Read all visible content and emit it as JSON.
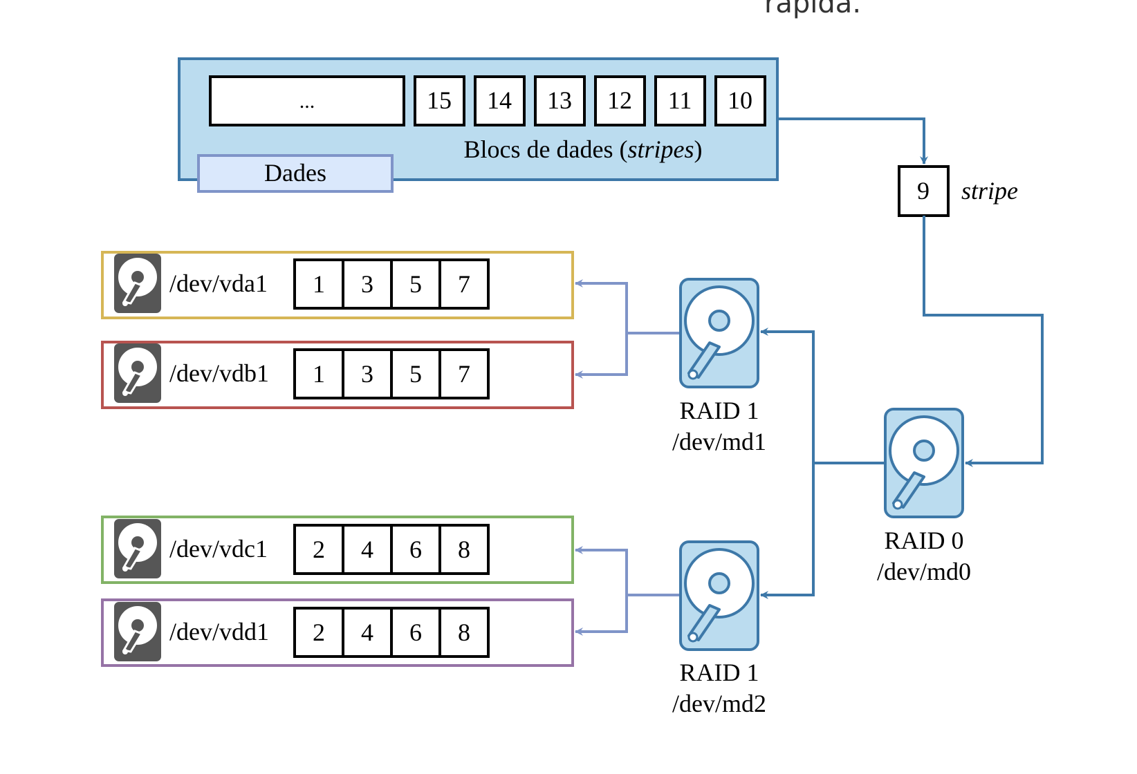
{
  "header_fragment": "ràpida.",
  "data_panel": {
    "ellipsis": "...",
    "blocks": [
      "15",
      "14",
      "13",
      "12",
      "11",
      "10"
    ],
    "caption_prefix": "Blocs de dades (",
    "caption_italic": "stripes",
    "caption_suffix": ")",
    "tab_label": "Dades"
  },
  "stripe": {
    "value": "9",
    "label": "stripe"
  },
  "disks": [
    {
      "name": "/dev/vda1",
      "blocks": [
        "1",
        "3",
        "5",
        "7"
      ],
      "border_color": "#d6b656"
    },
    {
      "name": "/dev/vdb1",
      "blocks": [
        "1",
        "3",
        "5",
        "7"
      ],
      "border_color": "#b85450"
    },
    {
      "name": "/dev/vdc1",
      "blocks": [
        "2",
        "4",
        "6",
        "8"
      ],
      "border_color": "#82b366"
    },
    {
      "name": "/dev/vdd1",
      "blocks": [
        "2",
        "4",
        "6",
        "8"
      ],
      "border_color": "#9673a6"
    }
  ],
  "raids": [
    {
      "id": "md1",
      "level": "RAID 1",
      "device": "/dev/md1"
    },
    {
      "id": "md2",
      "level": "RAID 1",
      "device": "/dev/md2"
    },
    {
      "id": "md0",
      "level": "RAID 0",
      "device": "/dev/md0"
    }
  ],
  "colors": {
    "panel_fill": "#bbdcef",
    "panel_stroke": "#3d78a8",
    "tab_fill": "#dae8fc",
    "tab_stroke": "#7f94c8",
    "arrow_dark": "#3d78a8",
    "arrow_light": "#7f94c8",
    "disk_icon_fill": "#565656"
  }
}
